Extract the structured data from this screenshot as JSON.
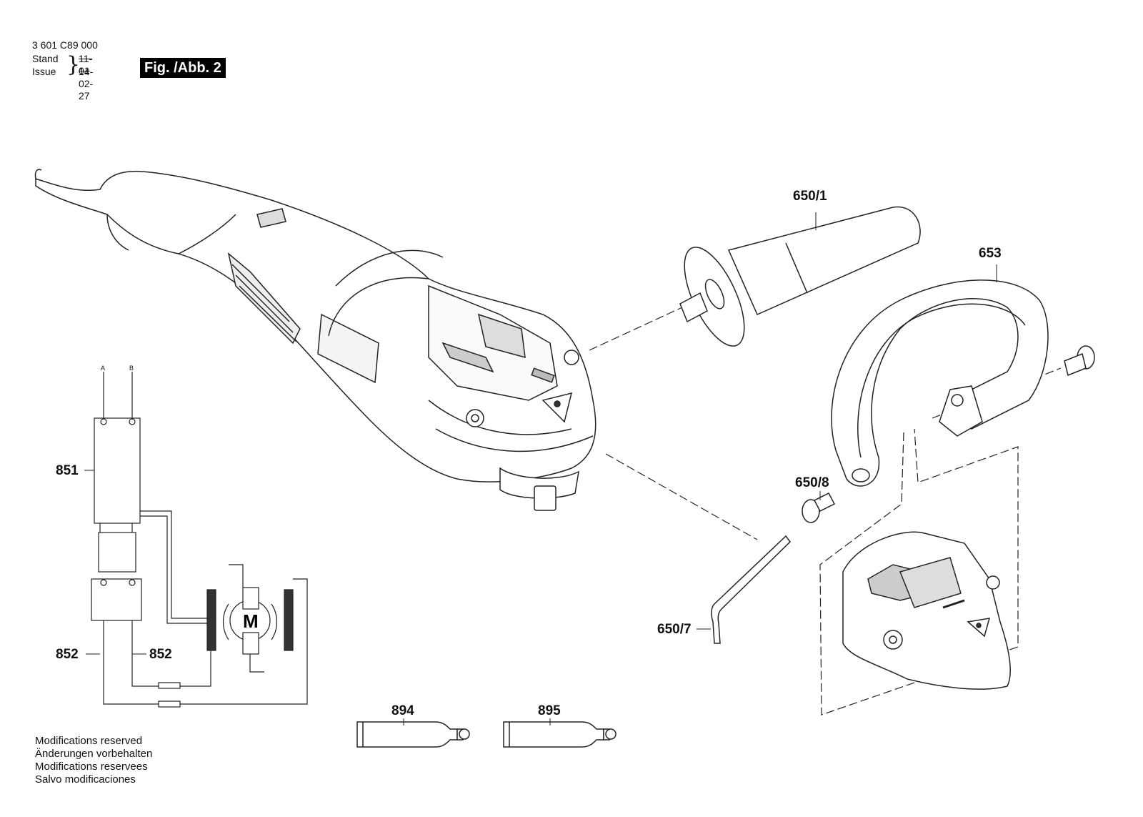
{
  "header": {
    "part_number": "3 601 C89 000",
    "stand_label": "Stand",
    "issue_label": "Issue",
    "stand_value": "11-01",
    "issue_value": "14-02-27",
    "figure_tag": "Fig. /Abb. 2"
  },
  "callouts": {
    "c650_1": "650/1",
    "c653": "653",
    "c650_8": "650/8",
    "c650_7": "650/7",
    "c851": "851",
    "c852a": "852",
    "c852b": "852",
    "c894": "894",
    "c895": "895"
  },
  "wiring": {
    "terminal_a": "A",
    "terminal_b": "B",
    "motor": "M"
  },
  "notes": [
    "Modifications reserved",
    "Änderungen vorbehalten",
    "Modifications reservees",
    "Salvo modificaciones"
  ]
}
